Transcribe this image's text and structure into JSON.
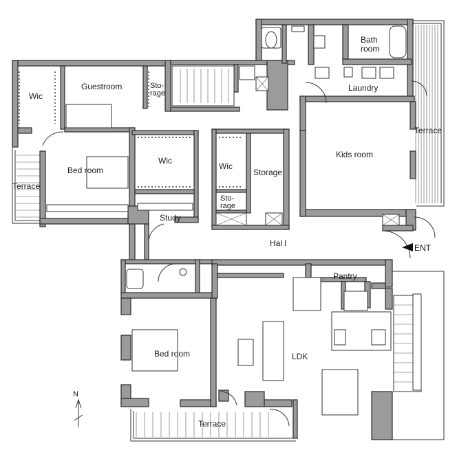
{
  "rooms": {
    "wic_left": "Wic",
    "guestroom": "Guestroom",
    "storage_top_1": "Sto-",
    "storage_top_2": "rage",
    "bath_1": "Bath",
    "bath_2": "room",
    "laundry": "Laundry",
    "terrace_right": "Terrace",
    "kids_room": "Kids room",
    "bed_room_upper": "Bed room",
    "terrace_left": "Terrace",
    "wic_mid": "Wic",
    "wic_small": "Wic",
    "storage": "Storage",
    "storage_small_1": "Sto-",
    "storage_small_2": "rage",
    "study": "Study",
    "hall": "Hal l",
    "entrance": "ENT",
    "pantry": "Pantry",
    "bed_room_lower": "Bed room",
    "ldk": "LDK",
    "terrace_bottom": "Terrace"
  },
  "compass": {
    "north": "N"
  }
}
